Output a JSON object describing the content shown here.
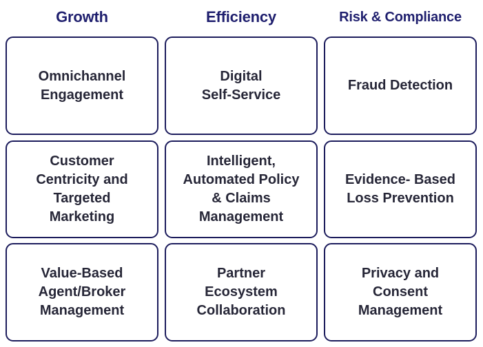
{
  "columns": [
    {
      "header": "Growth",
      "cards": [
        {
          "label": "Omnichannel\nEngagement"
        },
        {
          "label": "Customer\nCentricity and\nTargeted\nMarketing"
        },
        {
          "label": "Value-Based\nAgent/Broker\nManagement"
        }
      ]
    },
    {
      "header": "Efficiency",
      "cards": [
        {
          "label": "Digital\nSelf-Service"
        },
        {
          "label": "Intelligent,\nAutomated Policy\n& Claims\nManagement"
        },
        {
          "label": "Partner\nEcosystem\nCollaboration"
        }
      ]
    },
    {
      "header": "Risk & Compliance",
      "cards": [
        {
          "label": "Fraud Detection"
        },
        {
          "label": "Evidence- Based\nLoss Prevention"
        },
        {
          "label": "Privacy and\nConsent\nManagement"
        }
      ]
    }
  ]
}
